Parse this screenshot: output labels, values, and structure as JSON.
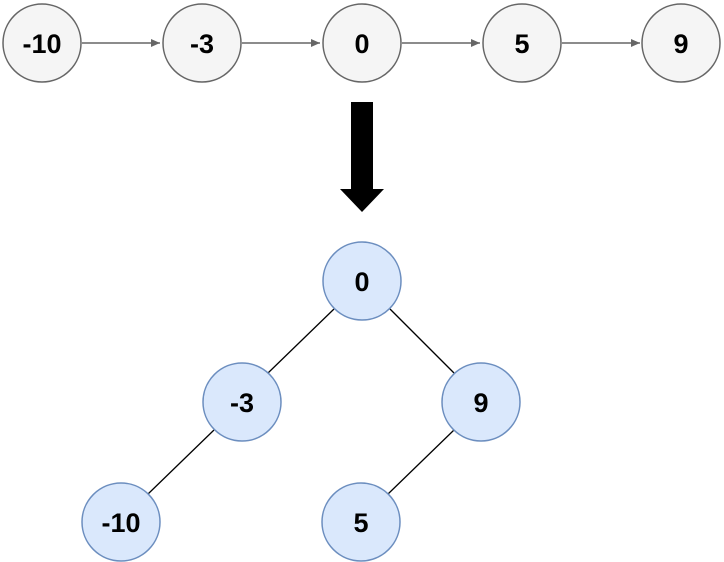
{
  "list": {
    "nodes": [
      {
        "label": "-10"
      },
      {
        "label": "-3"
      },
      {
        "label": "0"
      },
      {
        "label": "5"
      },
      {
        "label": "9"
      }
    ],
    "node_fill": "#f5f5f5",
    "node_stroke": "#666666",
    "arrow_color": "#666666"
  },
  "transform_arrow": {
    "icon": "down-arrow-icon",
    "color": "#000000"
  },
  "tree": {
    "nodes": {
      "root": {
        "label": "0"
      },
      "left": {
        "label": "-3"
      },
      "right": {
        "label": "9"
      },
      "left_left": {
        "label": "-10"
      },
      "right_left": {
        "label": "5"
      }
    },
    "edges": [
      [
        "root",
        "left"
      ],
      [
        "root",
        "right"
      ],
      [
        "left",
        "left_left"
      ],
      [
        "right",
        "right_left"
      ]
    ],
    "node_fill": "#dae8fc",
    "node_stroke": "#6c8ebf",
    "edge_color": "#000000"
  }
}
